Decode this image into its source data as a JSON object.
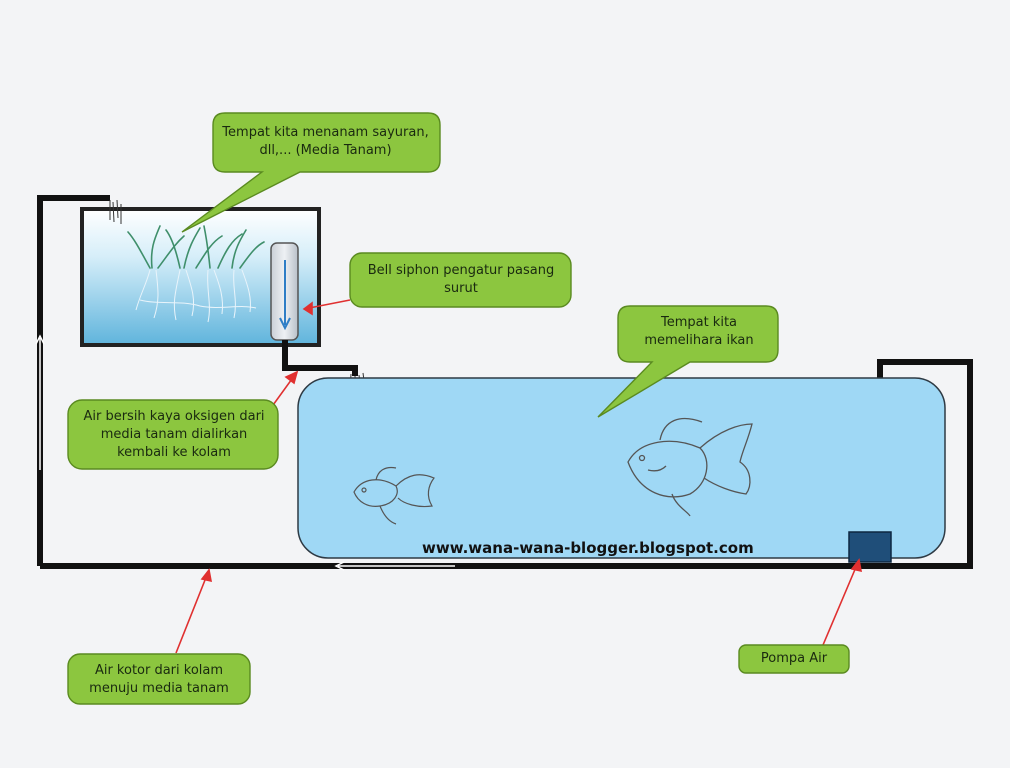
{
  "labels": {
    "media_tanam": "Tempat kita menanam sayuran, dll,... (Media Tanam)",
    "bell_siphon": "Bell siphon pengatur pasang surut",
    "tempat_ikan": "Tempat kita memelihara ikan",
    "air_bersih": "Air bersih kaya oksigen dari media tanam dialirkan kembali ke kolam",
    "air_kotor": "Air kotor dari kolam menuju media tanam",
    "pompa_air": "Pompa Air"
  },
  "watermark": "www.wana-wana-blogger.blogspot.com",
  "colors": {
    "callout_fill": "#8cc63f",
    "callout_stroke": "#5a8a20",
    "pond_fill": "#9fd8f5",
    "pond_stroke": "#2e3a44",
    "pipe": "#111111",
    "pointer": "#e03030",
    "pump": "#1f4e79",
    "siphon_arrow": "#2e7ec6"
  }
}
